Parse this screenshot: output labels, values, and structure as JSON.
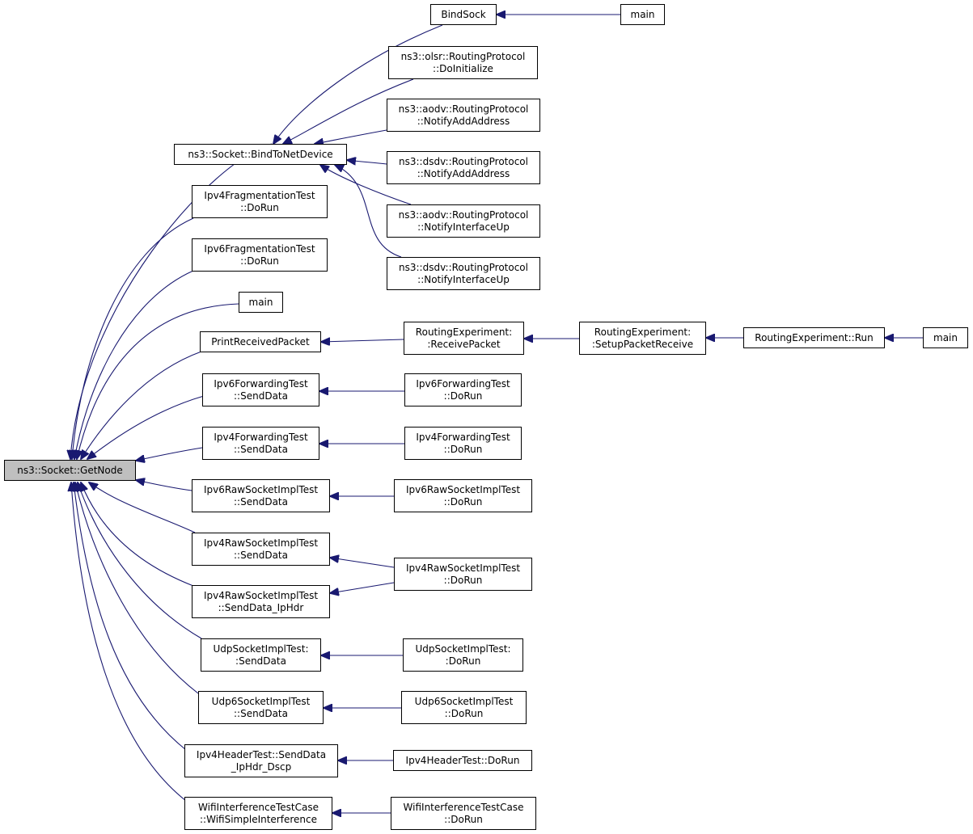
{
  "diagram": {
    "colors": {
      "edge": "#191970",
      "node_border": "#000000",
      "focus_fill": "#bfbfbf",
      "node_fill": "#ffffff"
    },
    "nodes": [
      {
        "id": "getnode",
        "lines": [
          "ns3::Socket::GetNode"
        ],
        "focus": true
      },
      {
        "id": "bindtonetdevice",
        "lines": [
          "ns3::Socket::BindToNetDevice"
        ]
      },
      {
        "id": "bindsock",
        "lines": [
          "BindSock"
        ]
      },
      {
        "id": "main_top",
        "lines": [
          "main"
        ]
      },
      {
        "id": "olsr_doinit",
        "lines": [
          "ns3::olsr::RoutingProtocol",
          "::DoInitialize"
        ]
      },
      {
        "id": "aodv_addaddr",
        "lines": [
          "ns3::aodv::RoutingProtocol",
          "::NotifyAddAddress"
        ]
      },
      {
        "id": "dsdv_addaddr",
        "lines": [
          "ns3::dsdv::RoutingProtocol",
          "::NotifyAddAddress"
        ]
      },
      {
        "id": "aodv_ifup",
        "lines": [
          "ns3::aodv::RoutingProtocol",
          "::NotifyInterfaceUp"
        ]
      },
      {
        "id": "dsdv_ifup",
        "lines": [
          "ns3::dsdv::RoutingProtocol",
          "::NotifyInterfaceUp"
        ]
      },
      {
        "id": "ipv4frag",
        "lines": [
          "Ipv4FragmentationTest",
          "::DoRun"
        ]
      },
      {
        "id": "ipv6frag",
        "lines": [
          "Ipv6FragmentationTest",
          "::DoRun"
        ]
      },
      {
        "id": "main_mid",
        "lines": [
          "main"
        ]
      },
      {
        "id": "printrecv",
        "lines": [
          "PrintReceivedPacket"
        ]
      },
      {
        "id": "re_recv",
        "lines": [
          "RoutingExperiment:",
          ":ReceivePacket"
        ]
      },
      {
        "id": "re_setup",
        "lines": [
          "RoutingExperiment:",
          ":SetupPacketReceive"
        ]
      },
      {
        "id": "re_run",
        "lines": [
          "RoutingExperiment::Run"
        ]
      },
      {
        "id": "main_right",
        "lines": [
          "main"
        ]
      },
      {
        "id": "ipv6fwd_send",
        "lines": [
          "Ipv6ForwardingTest",
          "::SendData"
        ]
      },
      {
        "id": "ipv6fwd_run",
        "lines": [
          "Ipv6ForwardingTest",
          "::DoRun"
        ]
      },
      {
        "id": "ipv4fwd_send",
        "lines": [
          "Ipv4ForwardingTest",
          "::SendData"
        ]
      },
      {
        "id": "ipv4fwd_run",
        "lines": [
          "Ipv4ForwardingTest",
          "::DoRun"
        ]
      },
      {
        "id": "ipv6raw_send",
        "lines": [
          "Ipv6RawSocketImplTest",
          "::SendData"
        ]
      },
      {
        "id": "ipv6raw_run",
        "lines": [
          "Ipv6RawSocketImplTest",
          "::DoRun"
        ]
      },
      {
        "id": "ipv4raw_send",
        "lines": [
          "Ipv4RawSocketImplTest",
          "::SendData"
        ]
      },
      {
        "id": "ipv4raw_sendhdr",
        "lines": [
          "Ipv4RawSocketImplTest",
          "::SendData_IpHdr"
        ]
      },
      {
        "id": "ipv4raw_run",
        "lines": [
          "Ipv4RawSocketImplTest",
          "::DoRun"
        ]
      },
      {
        "id": "udp_send",
        "lines": [
          "UdpSocketImplTest:",
          ":SendData"
        ]
      },
      {
        "id": "udp_run",
        "lines": [
          "UdpSocketImplTest:",
          ":DoRun"
        ]
      },
      {
        "id": "udp6_send",
        "lines": [
          "Udp6SocketImplTest",
          "::SendData"
        ]
      },
      {
        "id": "udp6_run",
        "lines": [
          "Udp6SocketImplTest",
          "::DoRun"
        ]
      },
      {
        "id": "ipv4hdr_send",
        "lines": [
          "Ipv4HeaderTest::SendData",
          "_IpHdr_Dscp"
        ]
      },
      {
        "id": "ipv4hdr_run",
        "lines": [
          "Ipv4HeaderTest::DoRun"
        ]
      },
      {
        "id": "wifi_simple",
        "lines": [
          "WifiInterferenceTestCase",
          "::WifiSimpleInterference"
        ]
      },
      {
        "id": "wifi_run",
        "lines": [
          "WifiInterferenceTestCase",
          "::DoRun"
        ]
      }
    ],
    "edges": [
      {
        "from": "bindtonetdevice",
        "to": "getnode"
      },
      {
        "from": "ipv4frag",
        "to": "getnode"
      },
      {
        "from": "ipv6frag",
        "to": "getnode"
      },
      {
        "from": "main_mid",
        "to": "getnode"
      },
      {
        "from": "printrecv",
        "to": "getnode"
      },
      {
        "from": "ipv6fwd_send",
        "to": "getnode"
      },
      {
        "from": "ipv4fwd_send",
        "to": "getnode"
      },
      {
        "from": "ipv6raw_send",
        "to": "getnode"
      },
      {
        "from": "ipv4raw_send",
        "to": "getnode"
      },
      {
        "from": "ipv4raw_sendhdr",
        "to": "getnode"
      },
      {
        "from": "udp_send",
        "to": "getnode"
      },
      {
        "from": "udp6_send",
        "to": "getnode"
      },
      {
        "from": "ipv4hdr_send",
        "to": "getnode"
      },
      {
        "from": "wifi_simple",
        "to": "getnode"
      },
      {
        "from": "bindsock",
        "to": "bindtonetdevice"
      },
      {
        "from": "olsr_doinit",
        "to": "bindtonetdevice"
      },
      {
        "from": "aodv_addaddr",
        "to": "bindtonetdevice"
      },
      {
        "from": "dsdv_addaddr",
        "to": "bindtonetdevice"
      },
      {
        "from": "aodv_ifup",
        "to": "bindtonetdevice"
      },
      {
        "from": "dsdv_ifup",
        "to": "bindtonetdevice"
      },
      {
        "from": "main_top",
        "to": "bindsock"
      },
      {
        "from": "re_recv",
        "to": "printrecv"
      },
      {
        "from": "re_setup",
        "to": "re_recv"
      },
      {
        "from": "re_run",
        "to": "re_setup"
      },
      {
        "from": "main_right",
        "to": "re_run"
      },
      {
        "from": "ipv6fwd_run",
        "to": "ipv6fwd_send"
      },
      {
        "from": "ipv4fwd_run",
        "to": "ipv4fwd_send"
      },
      {
        "from": "ipv6raw_run",
        "to": "ipv6raw_send"
      },
      {
        "from": "ipv4raw_run",
        "to": "ipv4raw_send"
      },
      {
        "from": "ipv4raw_run",
        "to": "ipv4raw_sendhdr"
      },
      {
        "from": "udp_run",
        "to": "udp_send"
      },
      {
        "from": "udp6_run",
        "to": "udp6_send"
      },
      {
        "from": "ipv4hdr_run",
        "to": "ipv4hdr_send"
      },
      {
        "from": "wifi_run",
        "to": "wifi_simple"
      }
    ]
  }
}
